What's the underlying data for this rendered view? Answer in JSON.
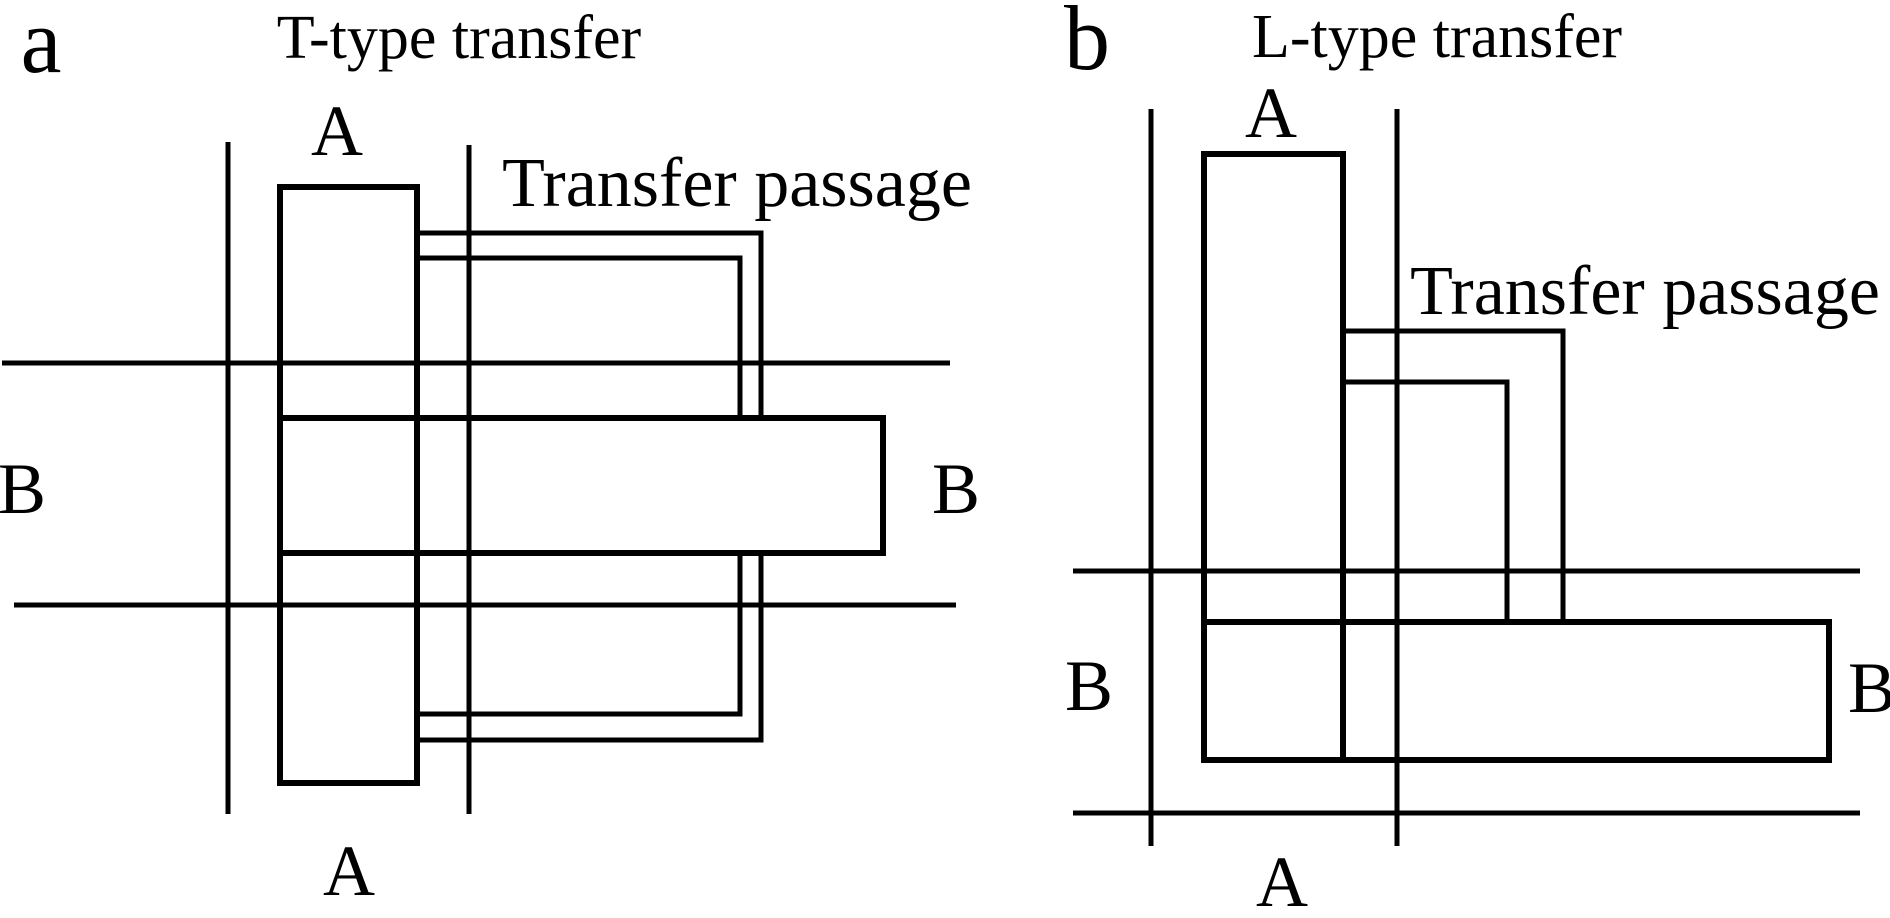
{
  "figure": {
    "background_color": "#ffffff",
    "line_color": "#000000",
    "platform_fill_color": "#ffffff",
    "panels": [
      {
        "marker": "a",
        "title": "T-type transfer",
        "transfer_passage_label": "Transfer passage",
        "labels": {
          "line_a_top": "A",
          "line_a_bottom": "A",
          "line_b_left": "B",
          "line_b_right": "B"
        }
      },
      {
        "marker": "b",
        "title": "L-type transfer",
        "transfer_passage_label": "Transfer passage",
        "labels": {
          "line_a_top": "A",
          "line_a_bottom": "A",
          "line_b_left": "B",
          "line_b_right": "B"
        }
      }
    ]
  }
}
